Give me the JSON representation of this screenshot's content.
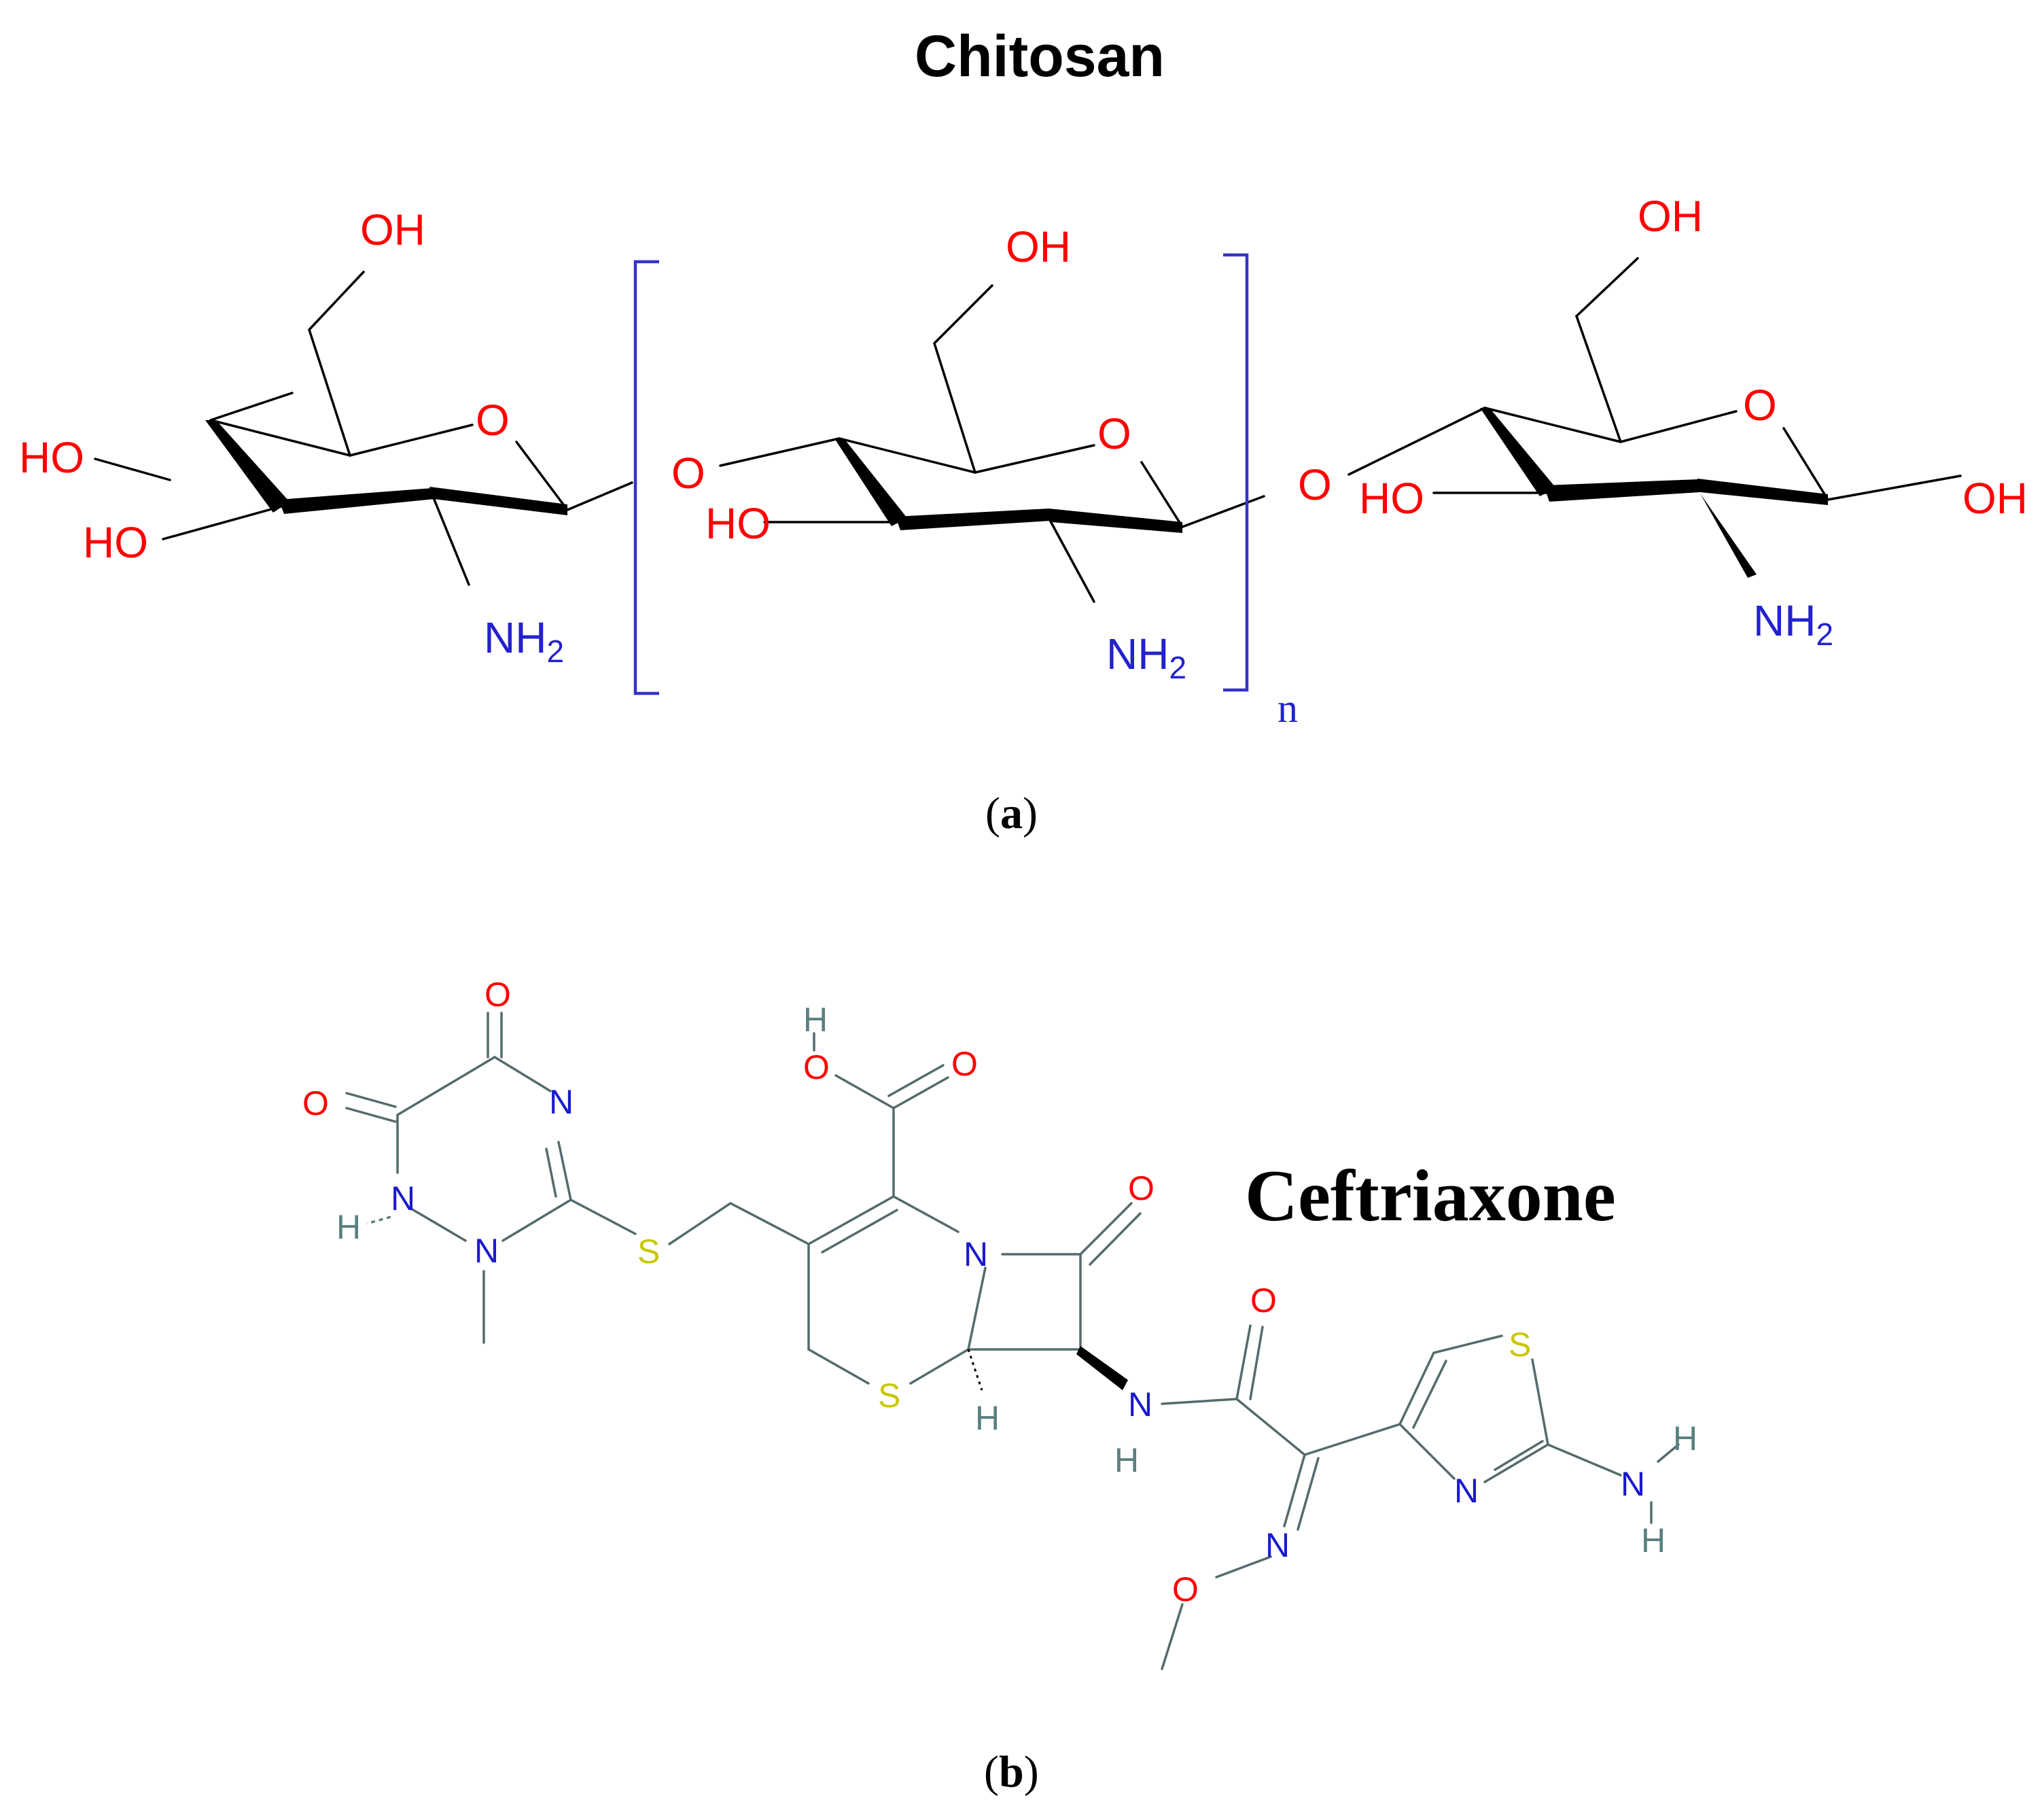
{
  "panel_a": {
    "title": "Chitosan",
    "caption_open": "(",
    "caption_letter": "a",
    "caption_close": ")",
    "repeat_subscript": "n",
    "labels": {
      "oh": "OH",
      "ho": "HO",
      "o": "O",
      "nh": "NH",
      "sub2": "2"
    },
    "colors": {
      "oxygen": "#ff0000",
      "nitrogen": "#2222cc",
      "bracket": "#3333cc"
    }
  },
  "panel_b": {
    "title": "Ceftriaxone",
    "caption_open": "(",
    "caption_letter": "b",
    "caption_close": ")",
    "labels": {
      "o": "O",
      "n": "N",
      "s": "S",
      "h": "H"
    },
    "colors": {
      "oxygen": "#ff0000",
      "nitrogen": "#1a1acc",
      "sulfur": "#c8c800",
      "hydrogen": "#5a8080",
      "bond": "#556b6b"
    }
  }
}
